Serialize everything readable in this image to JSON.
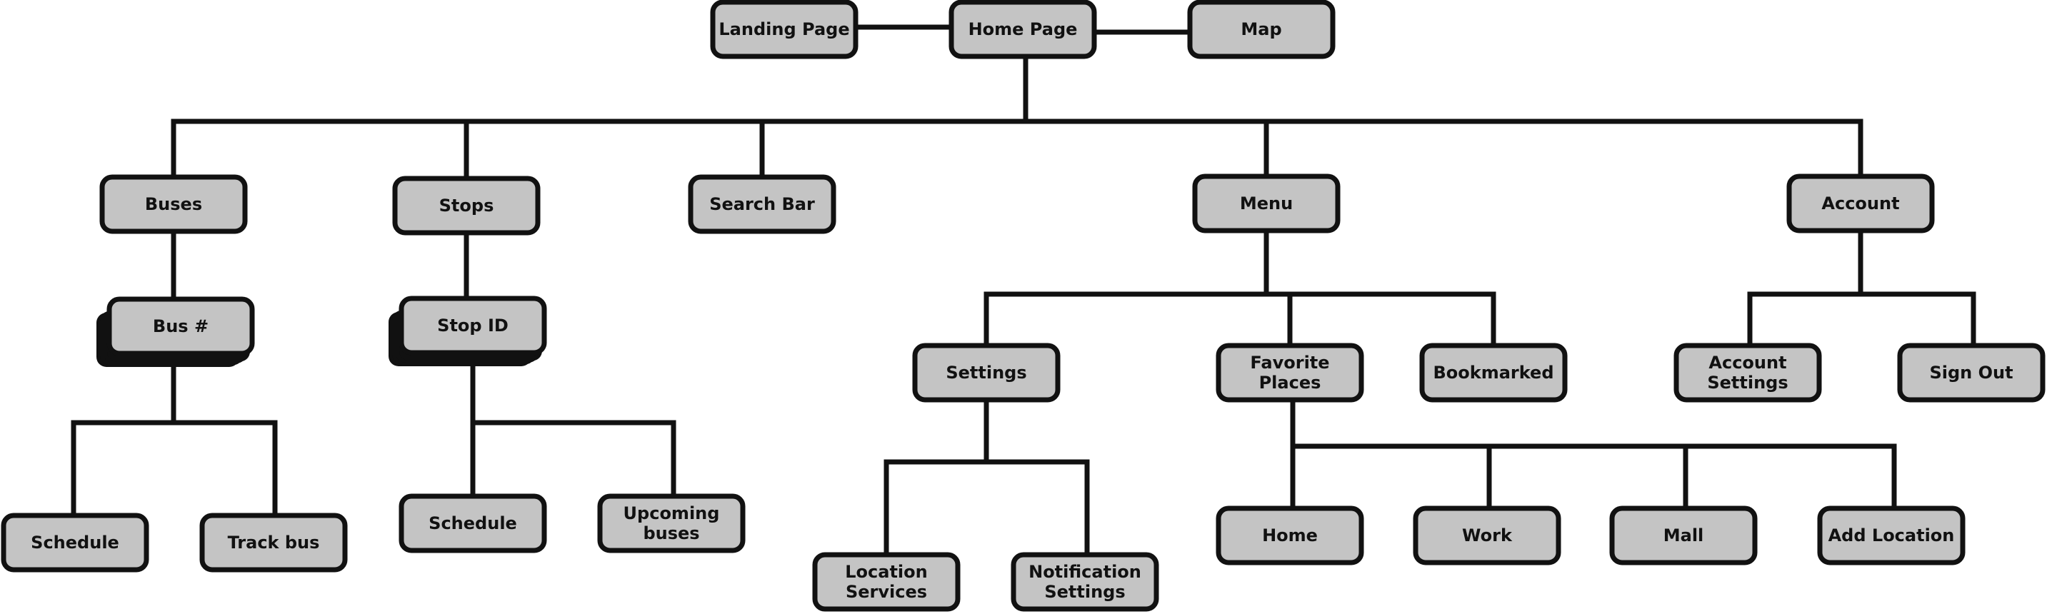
{
  "nodes": {
    "landing_page": "Landing Page",
    "home_page": "Home Page",
    "map": "Map",
    "buses": "Buses",
    "stops": "Stops",
    "search_bar": "Search Bar",
    "menu": "Menu",
    "account": "Account",
    "bus_number": "Bus #",
    "stop_id": "Stop ID",
    "bus_schedule": "Schedule",
    "track_bus": "Track bus",
    "stop_schedule": "Schedule",
    "upcoming_buses": [
      "Upcoming",
      "buses"
    ],
    "settings": "Settings",
    "favorite_places": [
      "Favorite",
      "Places"
    ],
    "bookmarked": "Bookmarked",
    "account_settings": [
      "Account",
      "Settings"
    ],
    "sign_out": "Sign Out",
    "location_services": [
      "Location",
      "Services"
    ],
    "notification_settings": [
      "Notification",
      "Settings"
    ],
    "home": "Home",
    "work": "Work",
    "mall": "Mall",
    "add_location": "Add Location"
  }
}
